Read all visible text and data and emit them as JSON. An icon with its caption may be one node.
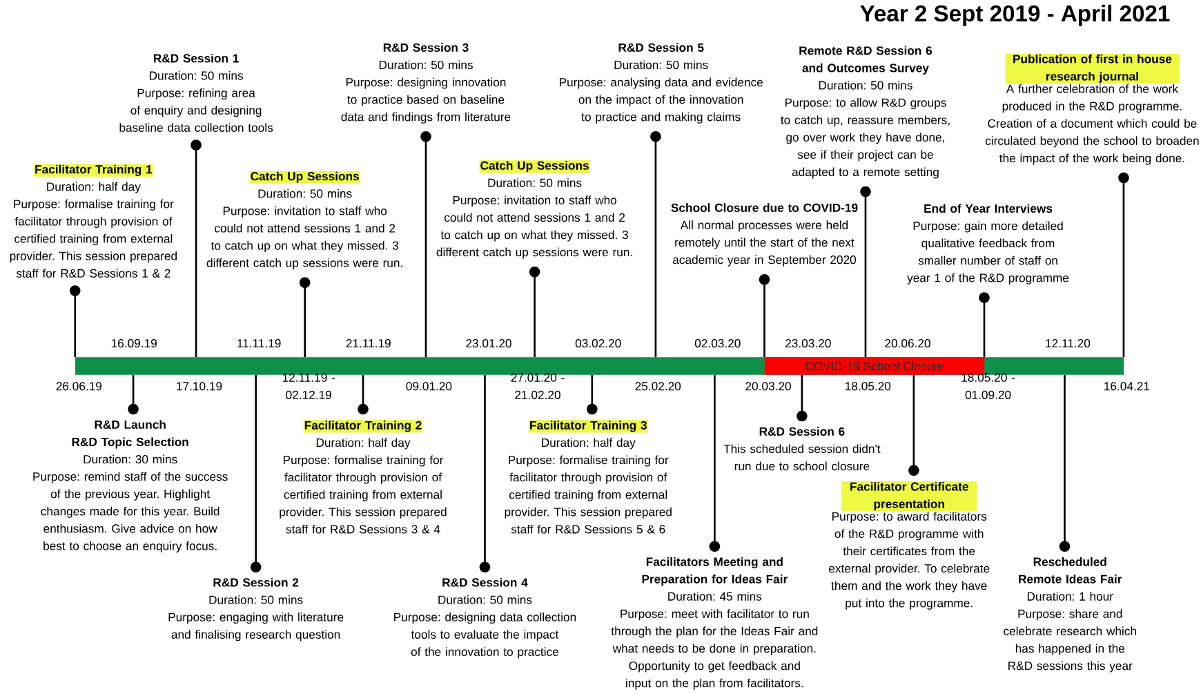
{
  "diagram": {
    "title": "Year 2 Sept 2019 - April 2021",
    "nodes": [
      {
        "text": [],
        "shape": "bar"
      },
      {
        "text": [
          "COVID-19 School Closure"
        ],
        "in": 0
      },
      {
        "text": [
          "Facilitator Training 1",
          "Duration: half day",
          "Purpose: formalise training for facilitator through provision of certified training from external provider. This session prepared staff for R&D Sessions 1 & 2"
        ]
      },
      {
        "text": [
          "R&D Launch",
          "R&D Topic Selection",
          "Duration: 30 mins",
          "Purpose: remind staff of the success of the previous year. Highlight changes made for this year. Build enthusiasm. Give advice on how best to choose an enquiry focus."
        ]
      },
      {
        "text": [
          "R&D Session 1",
          "Duration: 50 mins",
          "Purpose: refining area of enquiry and designing baseline data collection tools"
        ]
      },
      {
        "text": [
          "R&D Session 2",
          "Duration: 50 mins",
          "Purpose: engaging with literature and finalising research question"
        ]
      },
      {
        "text": [
          "Catch Up Sessions",
          "Duration: 50 mins",
          "Purpose: invitation to staff who could not attend sessions 1 and 2 to catch up on what they missed. 3 different catch up sessions were run."
        ]
      },
      {
        "text": [
          "Facilitator Training 2",
          "Duration: half day",
          "Purpose: formalise training for facilitator through provision of certified training from external provider. This session prepared staff for R&D Sessions 3 & 4"
        ]
      },
      {
        "text": [
          "R&D Session 3",
          "Duration: 50 mins",
          "Purpose: designing innovation to practice based on baseline data and findings from literature"
        ]
      },
      {
        "text": [
          "R&D Session 4",
          "Duration: 50 mins",
          "Purpose: designing data collection tools to evaluate the  impact of the innovation to practice"
        ]
      },
      {
        "text": [
          "Catch Up Sessions",
          "Duration: 50 mins",
          "Purpose: invitation to staff who could not attend sessions 1 and 2 to catch up on what they missed. 3 different catch up sessions were run."
        ]
      },
      {
        "text": [
          "Facilitator Training 3",
          "Duration: half day",
          "Purpose: formalise training for facilitator through provision of certified training from external provider. This session prepared staff for R&D Sessions 5 & 6"
        ]
      },
      {
        "text": [
          "R&D Session 5",
          "Duration: 50 mins",
          "Purpose: analysing data and evidence on the impact of the innovation to practice and making claims"
        ]
      },
      {
        "text": [
          "Facilitators Meeting and Preparation for Ideas Fair",
          "Duration: 45 mins",
          "Purpose: meet with facilitator to run through the plan for the Ideas Fair and what needs to be done in preparation. Opportunity to get feedback and input on the plan from facilitators."
        ]
      },
      {
        "text": [
          "School Closure due to COVID-19",
          "All normal processes were held remotely until the start of the next academic year in September 2020"
        ]
      },
      {
        "text": [
          "R&D Session 6",
          "This scheduled session didn't run due to school closure"
        ]
      },
      {
        "text": [
          "Remote R&D Session 6 and Outcomes Survey",
          "Duration: 50 mins",
          "Purpose: to allow R&D groups to catch up, reassure members,  go over work they have done, see if their project can be adapted to a remote setting"
        ]
      },
      {
        "text": [
          "Facilitator Certificate presentation",
          "Purpose: to award facilitators of the R&D programme with their certificates from the external provider. To celebrate them and the work they have put into the programme."
        ]
      },
      {
        "text": [
          "End of Year Interviews",
          "Purpose: gain more detailed qualitative feedback from smaller number of staff on year 1 of the R&D programme"
        ]
      },
      {
        "text": [
          "Publication of first in house research journal",
          "A further celebration of the work produced in the R&D programme. Creation of a document which could be circulated beyond the school to broaden the impact of the work being done."
        ]
      },
      {
        "text": [
          "Rescheduled Remote Ideas Fair",
          "Duration: 1 hour",
          "Purpose: share and celebrate research which has happened in the R&D sessions this year"
        ]
      }
    ],
    "edges": [
      {
        "from": 2,
        "to": 0,
        "arrow": "other"
      },
      {
        "from": 3,
        "to": 0,
        "arrow": "other"
      },
      {
        "from": 4,
        "to": 0,
        "arrow": "other"
      },
      {
        "from": 5,
        "to": 0,
        "arrow": "other"
      },
      {
        "from": 6,
        "to": 0,
        "arrow": "other"
      },
      {
        "from": 7,
        "to": 0,
        "arrow": "other"
      },
      {
        "from": 8,
        "to": 0,
        "arrow": "other"
      },
      {
        "from": 9,
        "to": 0,
        "arrow": "other"
      },
      {
        "from": 10,
        "to": 0,
        "arrow": "other"
      },
      {
        "from": 11,
        "to": 0,
        "arrow": "other"
      },
      {
        "from": 12,
        "to": 0,
        "arrow": "other"
      },
      {
        "from": 13,
        "to": 0,
        "arrow": "other"
      },
      {
        "from": 14,
        "to": 1,
        "arrow": "other"
      },
      {
        "from": 15,
        "to": 1,
        "arrow": "other"
      },
      {
        "from": 16,
        "to": 1,
        "arrow": "other"
      },
      {
        "from": 17,
        "to": 1,
        "arrow": "other"
      },
      {
        "from": 18,
        "to": 1,
        "arrow": "other"
      },
      {
        "from": 19,
        "to": 0,
        "arrow": "other"
      },
      {
        "from": 20,
        "to": 0,
        "arrow": "other"
      }
    ],
    "labels": [
      "16.09.19",
      "11.11.19",
      "21.11.19",
      "23.01.20",
      "03.02.20",
      "02.03.20",
      "23.03.20",
      "20.06.20",
      "12.11.20",
      "26.06.19",
      "17.10.19",
      "12.11.19 - 02.12.19",
      "09.01.20",
      "27.01.20 - 21.02.20",
      "25.02.20",
      "20.03.20",
      "18.05.20",
      "18.05.20 - 01.09.20",
      "16.04.21"
    ]
  }
}
